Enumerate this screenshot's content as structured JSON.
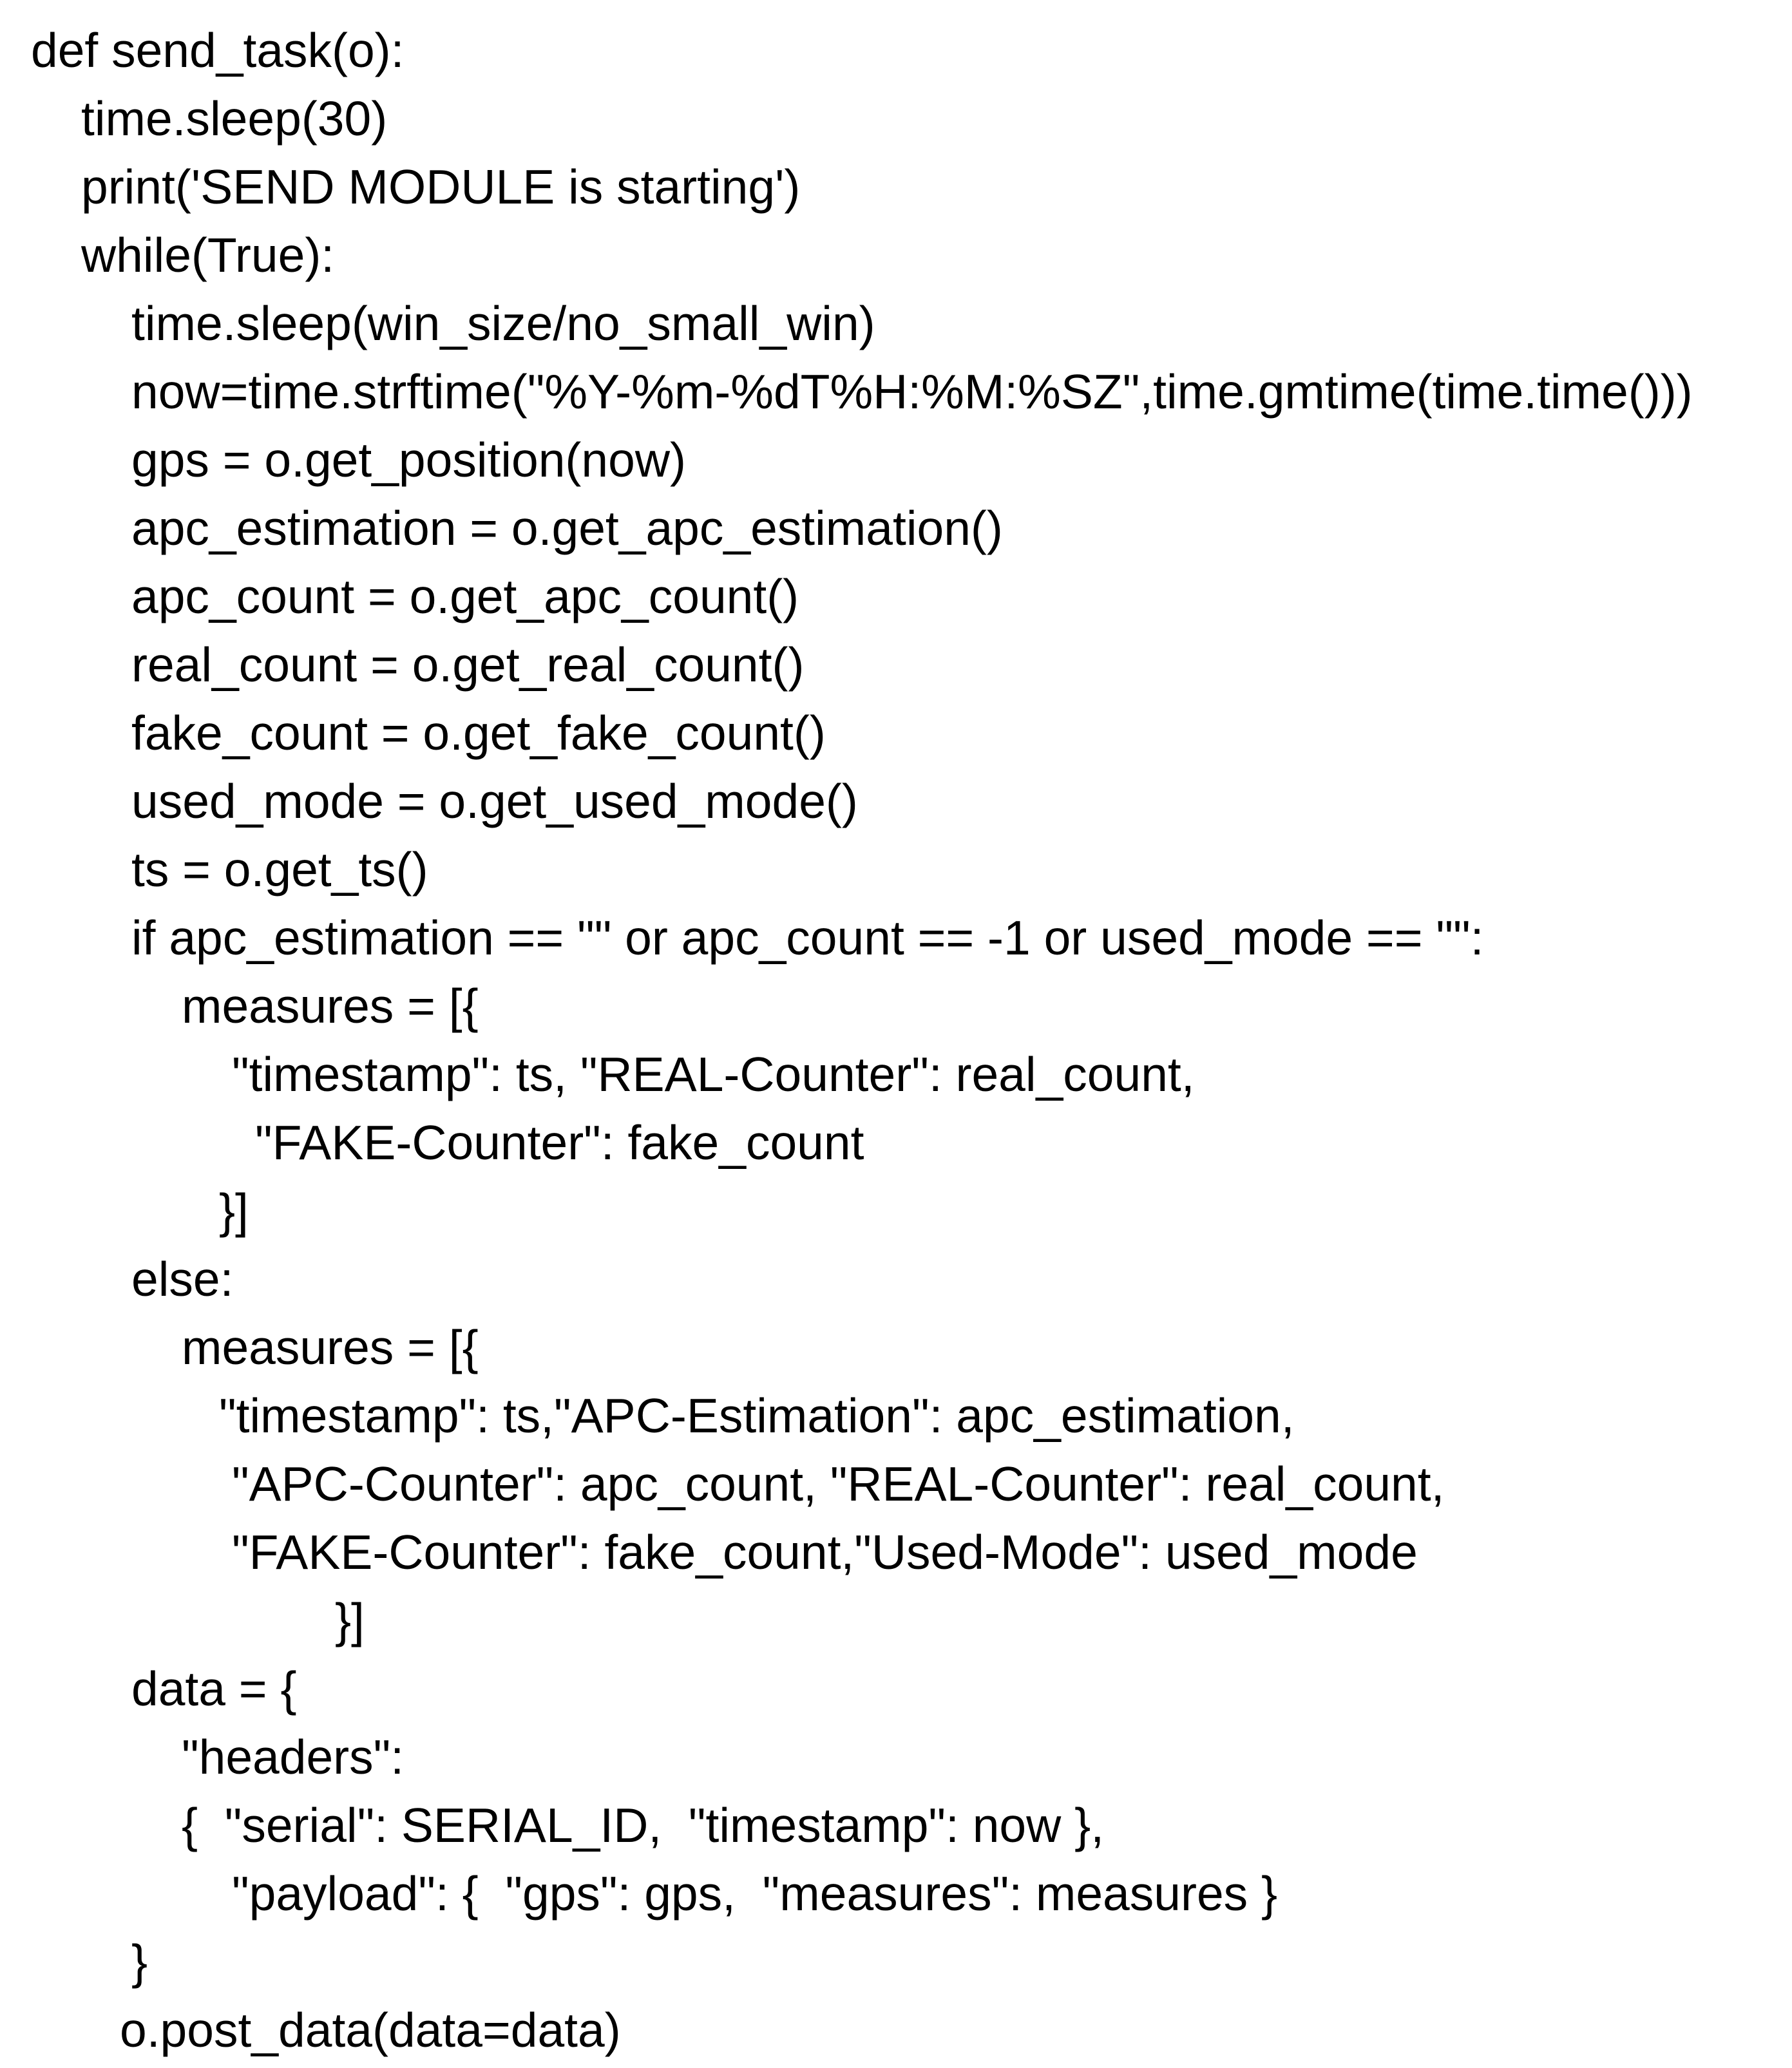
{
  "code": {
    "lines": [
      "def send_task(o):",
      "time.sleep(30)",
      "print('SEND MODULE is starting')",
      "while(True):",
      "time.sleep(win_size/no_small_win)",
      "now=time.strftime(\"%Y-%m-%dT%H:%M:%SZ\",time.gmtime(time.time()))",
      "gps = o.get_position(now)",
      "apc_estimation = o.get_apc_estimation()",
      "apc_count = o.get_apc_count()",
      "real_count = o.get_real_count()",
      "fake_count = o.get_fake_count()",
      "used_mode = o.get_used_mode()",
      "ts = o.get_ts()",
      "if apc_estimation == \"\" or apc_count == -1 or used_mode == \"\":",
      "measures = [{",
      "\"timestamp\": ts, \"REAL-Counter\": real_count,",
      "\"FAKE-Counter\": fake_count",
      "}]",
      "else:",
      "measures = [{",
      "\"timestamp\": ts,\"APC-Estimation\": apc_estimation,",
      "\"APC-Counter\": apc_count, \"REAL-Counter\": real_count,",
      "\"FAKE-Counter\": fake_count,\"Used-Mode\": used_mode",
      "}]",
      "data = {",
      "\"headers\":",
      "{  \"serial\": SERIAL_ID,  \"timestamp\": now },",
      "\"payload\": {  \"gps\": gps,  \"measures\": measures }",
      "}",
      "o.post_data(data=data)"
    ]
  }
}
